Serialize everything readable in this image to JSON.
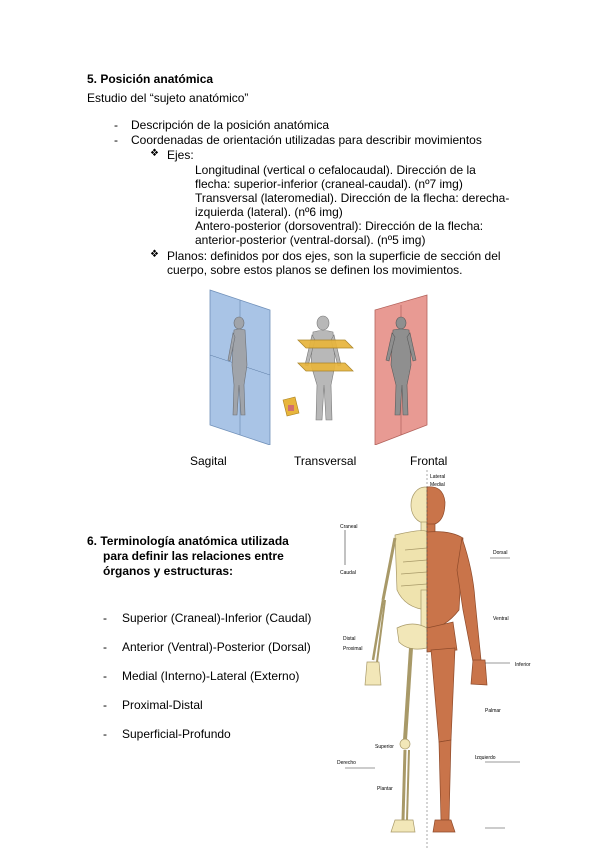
{
  "section5": {
    "heading": "5.  Posición anatómica",
    "subtitle": "Estudio del “sujeto anatómico”",
    "bullets": [
      "Descripción de la posición anatómica",
      "Coordenadas de orientación utilizadas para describir movimientos"
    ],
    "ejes_label": "Ejes:",
    "ejes_lines": [
      "Longitudinal (vertical o cefalocaudal). Dirección de la",
      "flecha: superior-inferior (craneal-caudal). (nº7 img)",
      "Transversal (lateromedial). Dirección de la flecha: derecha-",
      "izquierda (lateral). (nº6 img)",
      "Antero-posterior (dorsoventral): Dirección de la flecha:",
      "anterior-posterior (ventral-dorsal). (nº5 img)"
    ],
    "planos_lines": [
      "Planos: definidos por dos ejes, son la superficie de sección del",
      "cuerpo, sobre estos planos se definen los movimientos."
    ],
    "plane_captions": [
      "Sagital",
      "Transversal",
      "Frontal"
    ]
  },
  "section6": {
    "heading_lines": [
      "6.  Terminología anatómica utilizada",
      "para definir las relaciones entre",
      "órganos y estructuras:"
    ],
    "terms": [
      "Superior (Craneal)-Inferior (Caudal)",
      "Anterior (Ventral)-Posterior (Dorsal)",
      "Medial (Interno)-Lateral (Externo)",
      "Proximal-Distal",
      "Superficial-Profundo"
    ]
  },
  "figure_labels": {
    "lateral": "Lateral",
    "medial": "Medial",
    "craneal": "Craneal",
    "caudal": "Caudal",
    "dorsal": "Dorsal",
    "ventral": "Ventral",
    "distal": "Distal",
    "proximal": "Proximal",
    "inferior": "Inferior",
    "superior": "Superior",
    "derecho": "Derecho",
    "izquierdo": "Izquierdo",
    "palmar": "Palmar",
    "plantar": "Plantar"
  },
  "colors": {
    "sagittal_plane": "#a9c4e6",
    "transverse_plane": "#e8b53c",
    "frontal_plane": "#e89a93",
    "skin": "#c9744a",
    "bone": "#f2e7b8",
    "figure_gray": "#b8b8b8"
  }
}
